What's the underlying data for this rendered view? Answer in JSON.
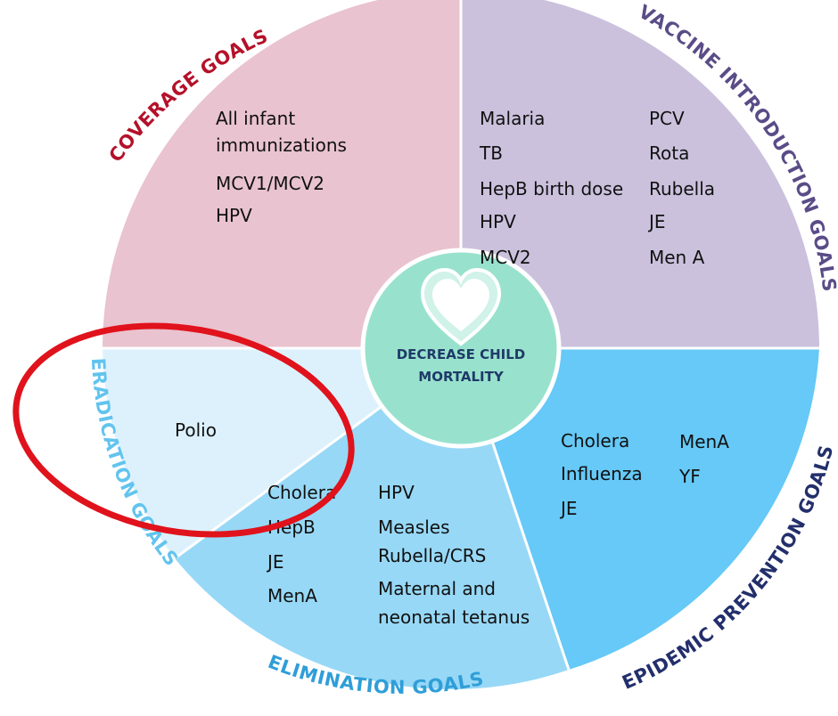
{
  "center": {
    "line1": "DECREASE CHILD",
    "line2": "MORTALITY",
    "icon": "heart-icon"
  },
  "colors": {
    "coverage_fill": "#e9c3cf",
    "vaccine_fill": "#cbc1dd",
    "epidemic_fill": "#66c9f7",
    "elimination_fill": "#97d8f6",
    "eradication_fill": "#ddf1fc",
    "center_fill": "#98e2cd",
    "coverage_title": "#b4112a",
    "vaccine_title": "#5a4c87",
    "epidemic_title": "#232f6c",
    "elimination_title": "#2f9ed8",
    "eradication_title": "#62c4ee",
    "highlight": "#e0121c"
  },
  "segments": {
    "coverage": {
      "title": "COVERAGE GOALS",
      "items": [
        "All infant",
        "immunizations",
        "MCV1/MCV2",
        "HPV"
      ]
    },
    "vaccine_introduction": {
      "title": "VACCINE INTRODUCTION GOALS",
      "col1": [
        "Malaria",
        "TB",
        "HepB birth dose",
        "HPV",
        "MCV2"
      ],
      "col2": [
        "PCV",
        "Rota",
        "Rubella",
        "JE",
        "Men A"
      ]
    },
    "epidemic_prevention": {
      "title": "EPIDEMIC PREVENTION GOALS",
      "col1": [
        "Cholera",
        "Influenza",
        "JE"
      ],
      "col2": [
        "MenA",
        "YF"
      ]
    },
    "elimination": {
      "title": "ELIMINATION GOALS",
      "col1": [
        "Cholera",
        "HepB",
        "JE",
        "MenA"
      ],
      "col2": [
        "HPV",
        "Measles",
        "Rubella/CRS",
        "Maternal and",
        "neonatal tetanus"
      ]
    },
    "eradication": {
      "title": "ERADICATION GOALS",
      "items": [
        "Polio"
      ]
    }
  }
}
